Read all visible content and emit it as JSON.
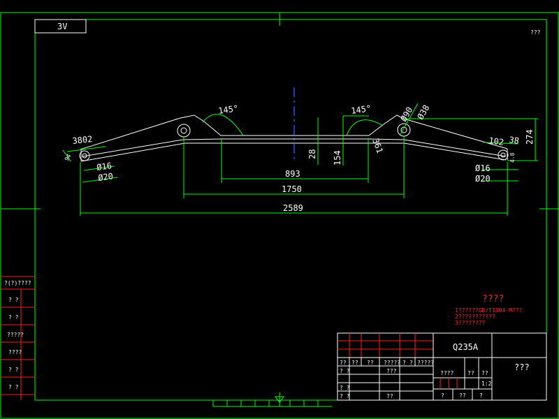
{
  "corner_stamp": "3V",
  "top_right_note": "???",
  "dimensions": {
    "angle_left": "145°",
    "angle_right": "145°",
    "dia_90": "Ø90",
    "dia_38": "Ø38",
    "d_893": "893",
    "d_1750": "1750",
    "d_2589": "2589",
    "d_28": "28",
    "d_154": "154",
    "d_361": "361",
    "d_274": "274",
    "d_3802": "3802",
    "d_102": "102",
    "d_38r": "38",
    "d_94": "94",
    "d_4_8": "4.8",
    "dia16_left": "Ø16",
    "dia20_left": "Ø20",
    "dia16_right": "Ø16",
    "dia20_right": "Ø20"
  },
  "tech_requirements": {
    "title": "????",
    "lines": [
      "1??????GB/T1804-M???",
      "2???????????",
      "3????????"
    ]
  },
  "left_margin_labels": [
    "?(?)????",
    "?  ?",
    "?  ?",
    "?????",
    "????",
    "?  ?",
    "?  ?"
  ],
  "title_block": {
    "material": "Q235A",
    "name": "???",
    "row_labels": [
      "??",
      "??",
      "??",
      "?????",
      "?",
      "?",
      "?????"
    ],
    "cell_1": "????",
    "cell_2": "??",
    "cell_3": "??",
    "scale": "1:2",
    "cell_4": "???",
    "cell_5": "?  ?",
    "cell_6": "?  ?",
    "cell_7": "?  ?",
    "cell_8": "??",
    "bottom_1": "?",
    "bottom_2": "??",
    "bottom_3": "?"
  }
}
